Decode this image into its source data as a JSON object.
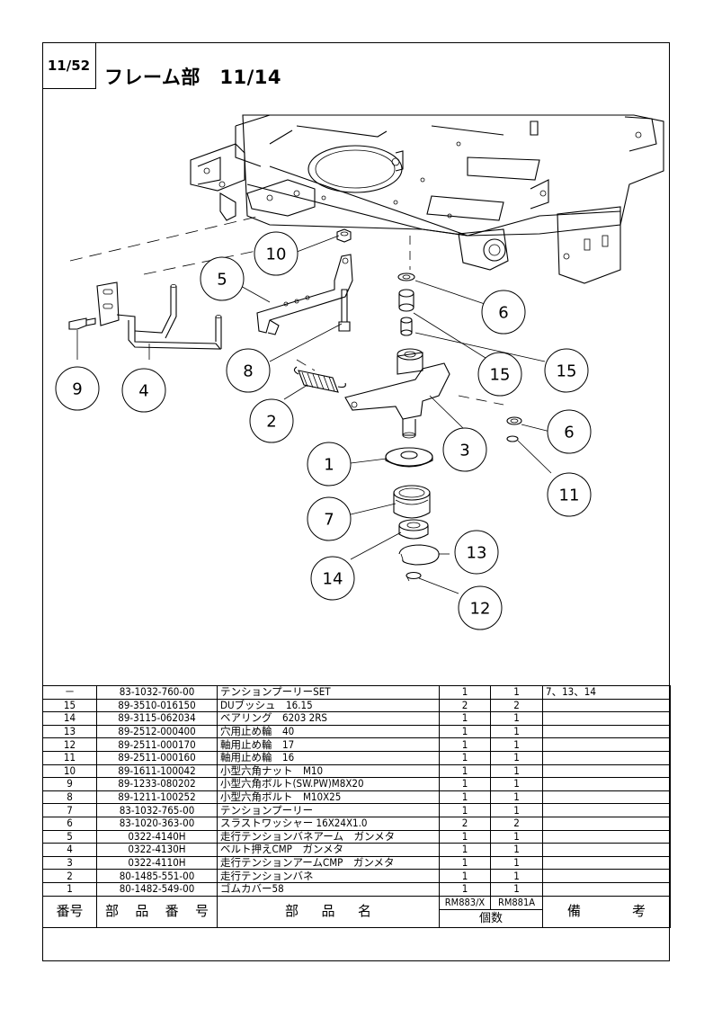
{
  "header": {
    "page_number": "11/52",
    "title": "フレーム部　11/14"
  },
  "callouts": [
    "10",
    "5",
    "6",
    "15",
    "15",
    "8",
    "9",
    "4",
    "2",
    "3",
    "1",
    "6",
    "11",
    "7",
    "13",
    "14",
    "12"
  ],
  "table": {
    "rows": [
      {
        "no": "－",
        "part_number": "83-1032-760-00",
        "name": "テンションプーリーSET",
        "qty_a": "1",
        "qty_b": "1",
        "remarks": "7、13、14"
      },
      {
        "no": "15",
        "part_number": "89-3510-016150",
        "name": "DUブッシュ　16.15",
        "qty_a": "2",
        "qty_b": "2",
        "remarks": ""
      },
      {
        "no": "14",
        "part_number": "89-3115-062034",
        "name": "ベアリング　6203 2RS",
        "qty_a": "1",
        "qty_b": "1",
        "remarks": ""
      },
      {
        "no": "13",
        "part_number": "89-2512-000400",
        "name": "穴用止め輪　40",
        "qty_a": "1",
        "qty_b": "1",
        "remarks": ""
      },
      {
        "no": "12",
        "part_number": "89-2511-000170",
        "name": "軸用止め輪　17",
        "qty_a": "1",
        "qty_b": "1",
        "remarks": ""
      },
      {
        "no": "11",
        "part_number": "89-2511-000160",
        "name": "軸用止め輪　16",
        "qty_a": "1",
        "qty_b": "1",
        "remarks": ""
      },
      {
        "no": "10",
        "part_number": "89-1611-100042",
        "name": "小型六角ナット　M10",
        "qty_a": "1",
        "qty_b": "1",
        "remarks": ""
      },
      {
        "no": "9",
        "part_number": "89-1233-080202",
        "name": "小型六角ボルト(SW.PW)M8X20",
        "qty_a": "1",
        "qty_b": "1",
        "remarks": ""
      },
      {
        "no": "8",
        "part_number": "89-1211-100252",
        "name": "小型六角ボルト　M10X25",
        "qty_a": "1",
        "qty_b": "1",
        "remarks": ""
      },
      {
        "no": "7",
        "part_number": "83-1032-765-00",
        "name": "テンションプーリー",
        "qty_a": "1",
        "qty_b": "1",
        "remarks": ""
      },
      {
        "no": "6",
        "part_number": "83-1020-363-00",
        "name": "スラストワッシャー 16X24X1.0",
        "qty_a": "2",
        "qty_b": "2",
        "remarks": ""
      },
      {
        "no": "5",
        "part_number": "0322-4140H",
        "name": "走行テンションバネアーム　ガンメタ",
        "qty_a": "1",
        "qty_b": "1",
        "remarks": ""
      },
      {
        "no": "4",
        "part_number": "0322-4130H",
        "name": "ベルト押えCMP　ガンメタ",
        "qty_a": "1",
        "qty_b": "1",
        "remarks": ""
      },
      {
        "no": "3",
        "part_number": "0322-4110H",
        "name": "走行テンションアームCMP　ガンメタ",
        "qty_a": "1",
        "qty_b": "1",
        "remarks": ""
      },
      {
        "no": "2",
        "part_number": "80-1485-551-00",
        "name": "走行テンションバネ",
        "qty_a": "1",
        "qty_b": "1",
        "remarks": ""
      },
      {
        "no": "1",
        "part_number": "80-1482-549-00",
        "name": "ゴムカバー58",
        "qty_a": "1",
        "qty_b": "1",
        "remarks": ""
      }
    ],
    "header": {
      "no": "番号",
      "part_number_chars": [
        "部",
        "品",
        "番",
        "号"
      ],
      "name_chars": [
        "部",
        "品",
        "名"
      ],
      "model_a": "RM883/X",
      "model_b": "RM881A",
      "qty_label": "個数",
      "remarks_chars": [
        "備",
        "考"
      ]
    }
  }
}
